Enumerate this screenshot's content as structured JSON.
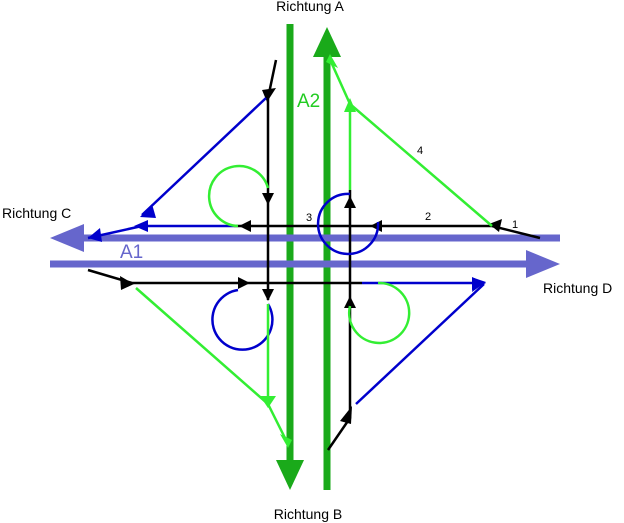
{
  "directions": {
    "north": "Richtung A",
    "south": "Richtung B",
    "west": "Richtung C",
    "east": "Richtung D"
  },
  "roads": {
    "vertical": "A2",
    "horizontal": "A1"
  },
  "ramp_numbers": [
    "1",
    "2",
    "3",
    "4"
  ],
  "colors": {
    "a2_road": "#1aaa1a",
    "a1_road": "#6666cc",
    "black_ramp": "#000000",
    "blue_ramp": "#0000cc",
    "green_ramp": "#33ee33",
    "a2_label": "#22cc22",
    "a1_label": "#6666cc"
  }
}
